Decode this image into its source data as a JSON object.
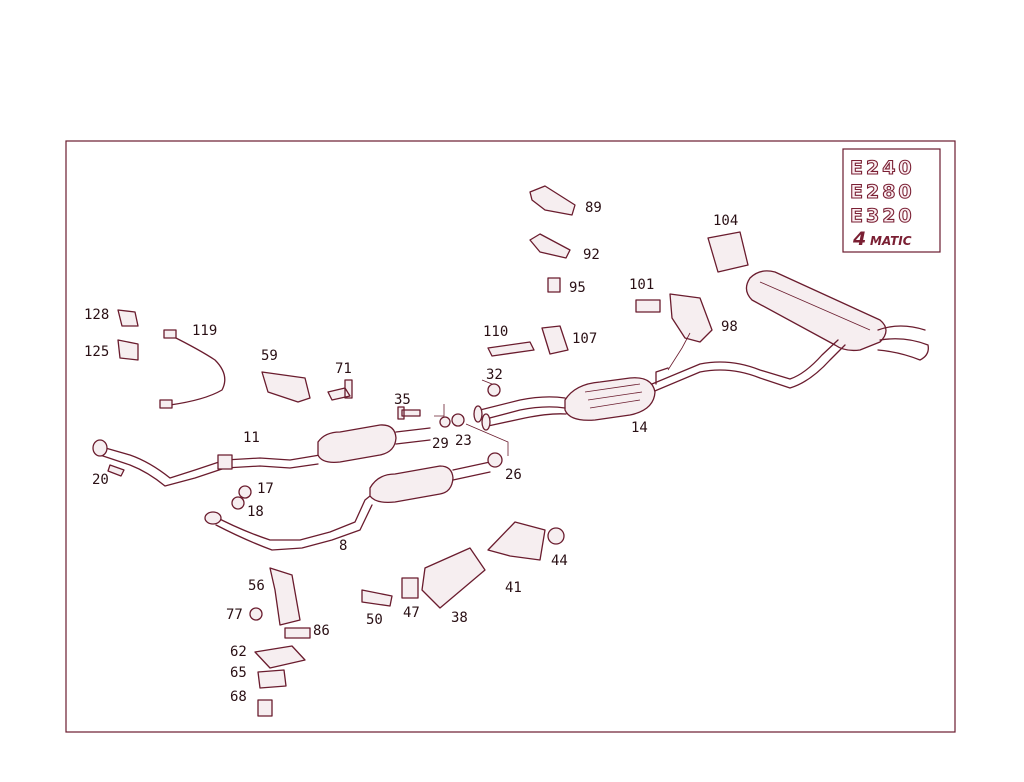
{
  "legend": {
    "models": [
      "E240",
      "E280",
      "E320"
    ],
    "drive_number": "4",
    "drive_text": "MATIC"
  },
  "callouts": {
    "p89": "89",
    "p92": "92",
    "p95": "95",
    "p104": "104",
    "p101": "101",
    "p98": "98",
    "p110": "110",
    "p107": "107",
    "p128": "128",
    "p119": "119",
    "p125": "125",
    "p59": "59",
    "p71": "71",
    "p35": "35",
    "p32": "32",
    "p29": "29",
    "p23": "23",
    "p14": "14",
    "p11": "11",
    "p26": "26",
    "p20": "20",
    "p17": "17",
    "p18": "18",
    "p8": "8",
    "p44": "44",
    "p56": "56",
    "p41": "41",
    "p77": "77",
    "p86": "86",
    "p50": "50",
    "p47": "47",
    "p38": "38",
    "p62": "62",
    "p65": "65",
    "p68": "68"
  },
  "colors": {
    "line": "#6a1c2e",
    "fill": "#f6eef0"
  }
}
